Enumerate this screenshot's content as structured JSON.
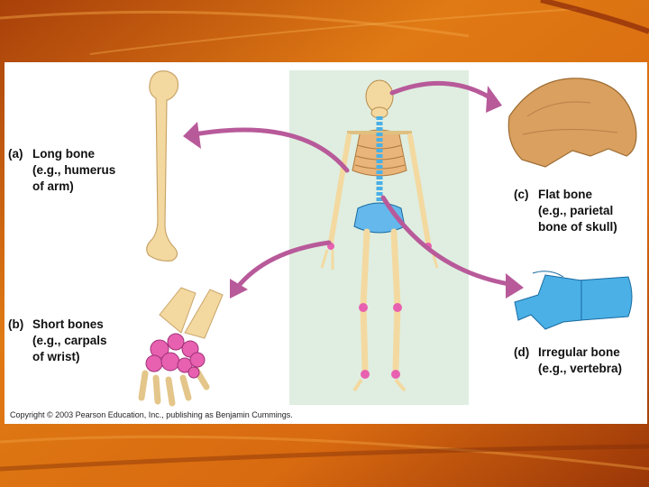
{
  "labels": {
    "long": {
      "letter": "(a)",
      "title": "Long bone",
      "example": "(e.g., humerus",
      "example2": "of arm)"
    },
    "short": {
      "letter": "(b)",
      "title": "Short bones",
      "example": "(e.g., carpals",
      "example2": "of wrist)"
    },
    "flat": {
      "letter": "(c)",
      "title": "Flat bone",
      "example": "(e.g., parietal",
      "example2": "bone of skull)"
    },
    "irregular": {
      "letter": "(d)",
      "title": "Irregular bone",
      "example": "(e.g., vertebra)"
    }
  },
  "copyright": "Copyright © 2003 Pearson Education, Inc., publishing as Benjamin Cummings.",
  "colors": {
    "background": "#c85a10",
    "skeleton_panel": "#dfeee0",
    "bone": "#f3d9a0",
    "flat_bone": "#d9a060",
    "vertebra": "#4ab0e6",
    "carpals": "#e860b0",
    "arrow": "#b85a9a"
  }
}
